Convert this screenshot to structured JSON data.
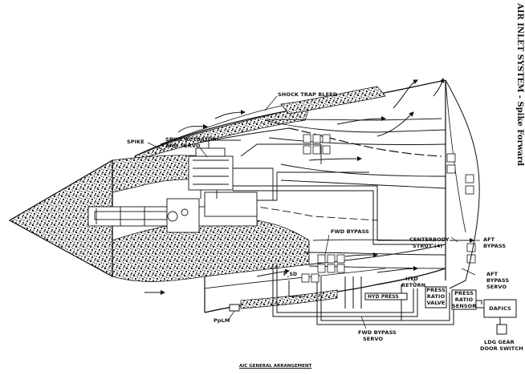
{
  "title": "AIR INLET SYSTEM - Spike Forward",
  "caption": "AIC GENERAL ARRANGEMENT",
  "labels": {
    "shock_trap_bleed": "SHOCK TRAP BLEED",
    "spike": "SPIKE",
    "spike_actuator_1": "SPIKE ACTUATOR",
    "spike_actuator_2": "AND SERVO",
    "fwd_bypass": "FWD BYPASS",
    "centerbody_1": "CENTERBODY",
    "centerbody_2": "STRUT (4)",
    "aft_bypass_1": "AFT",
    "aft_bypass_2": "BYPASS",
    "aft_servo_1": "AFT",
    "aft_servo_2": "BYPASS",
    "aft_servo_3": "SERVO",
    "hyd_1": "HYD",
    "hyd_2": "RETURN",
    "ratio_valve_1": "PRESS",
    "ratio_valve_2": "RATIO",
    "ratio_valve_3": "VALVE",
    "ratio_sensor_1": "PRESS",
    "ratio_sensor_2": "RATIO",
    "ratio_sensor_3": "SENSOR",
    "dafics": "DAFICS",
    "hyd_press": "HYD PRESS",
    "fwd_servo_1": "FWD BYPASS",
    "fwd_servo_2": "SERVO",
    "pplm": "PpLM",
    "ldg_1": "LDG GEAR",
    "ldg_2": "DOOR SWITCH",
    "psd": "P_SD"
  }
}
